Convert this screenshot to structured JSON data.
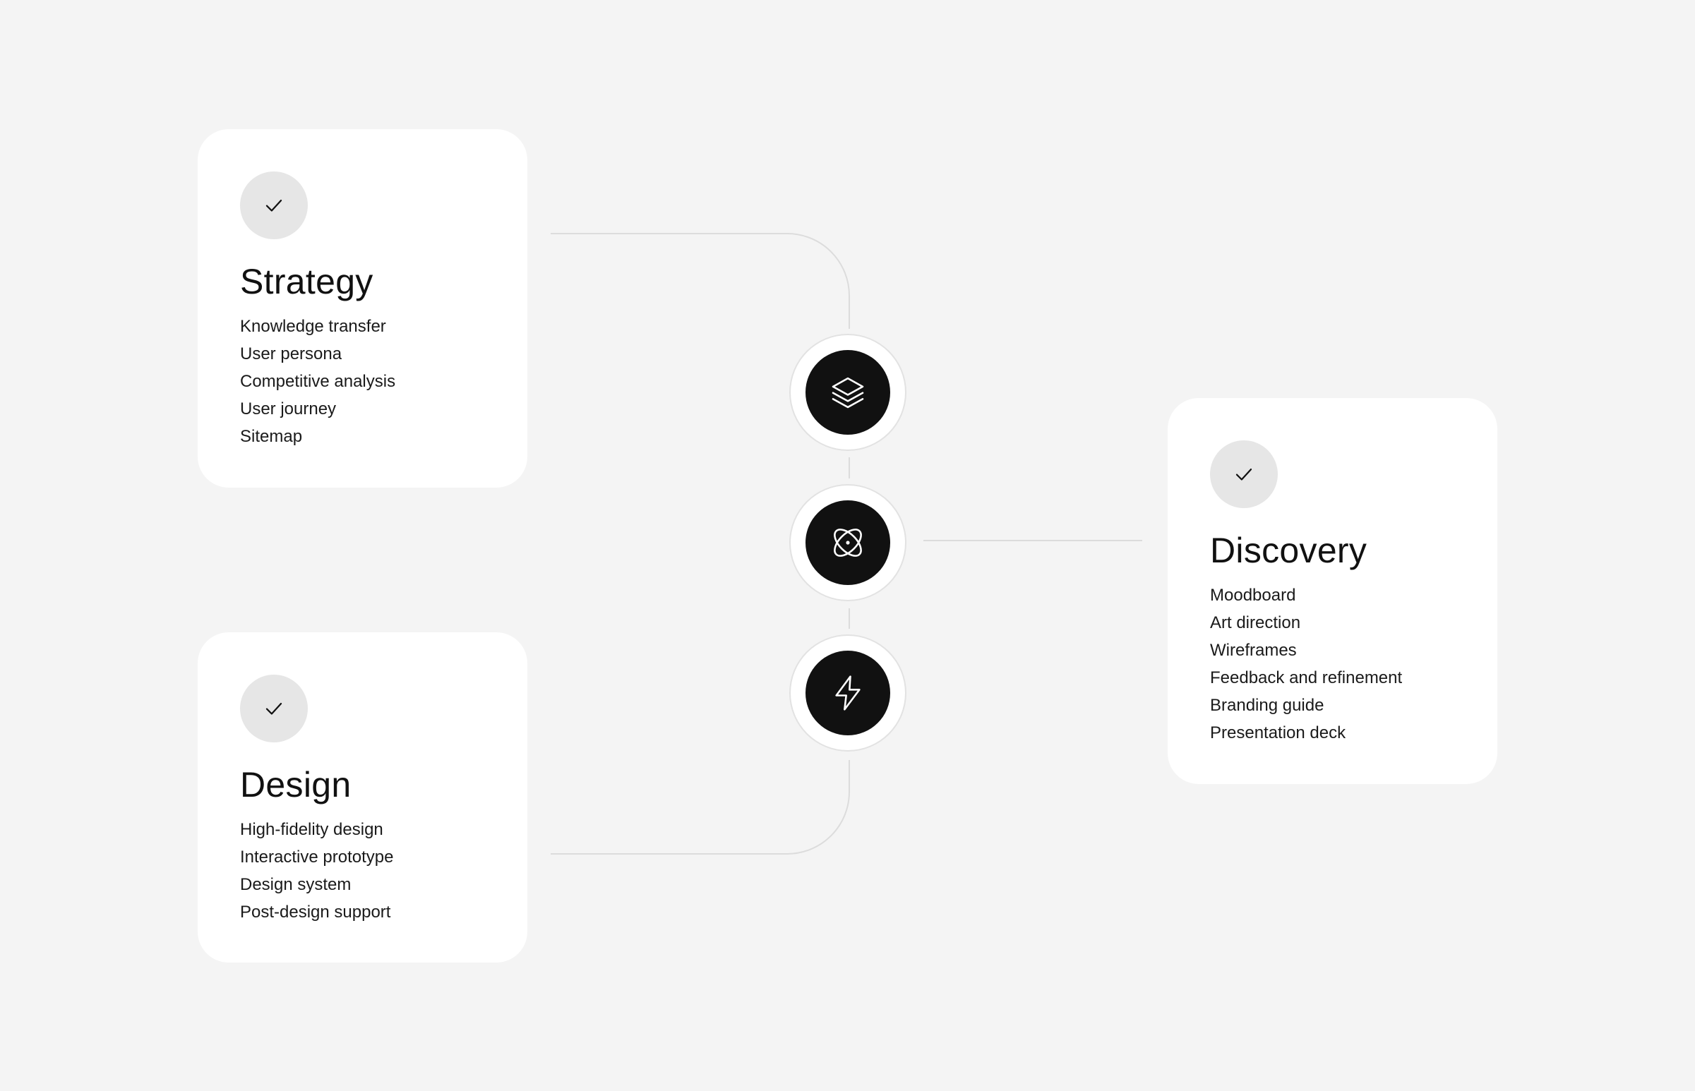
{
  "cards": [
    {
      "id": "strategy",
      "title": "Strategy",
      "items": [
        "Knowledge transfer",
        "User persona",
        "Competitive analysis",
        "User journey",
        "Sitemap"
      ]
    },
    {
      "id": "design",
      "title": "Design",
      "items": [
        "High-fidelity design",
        "Interactive prototype",
        "Design system",
        "Post-design support"
      ]
    },
    {
      "id": "discovery",
      "title": "Discovery",
      "items": [
        "Moodboard",
        "Art direction",
        "Wireframes",
        "Feedback and refinement",
        "Branding guide",
        "Presentation deck"
      ]
    }
  ],
  "nodes": [
    {
      "icon": "layers-icon"
    },
    {
      "icon": "atom-icon"
    },
    {
      "icon": "lightning-bolt-icon"
    }
  ],
  "card_icon": "checkmark-icon",
  "colors": {
    "background": "#f4f4f4",
    "card": "#ffffff",
    "badge": "#e6e6e6",
    "node": "#111111",
    "connector": "#dcdcdc",
    "text": "#111111"
  }
}
